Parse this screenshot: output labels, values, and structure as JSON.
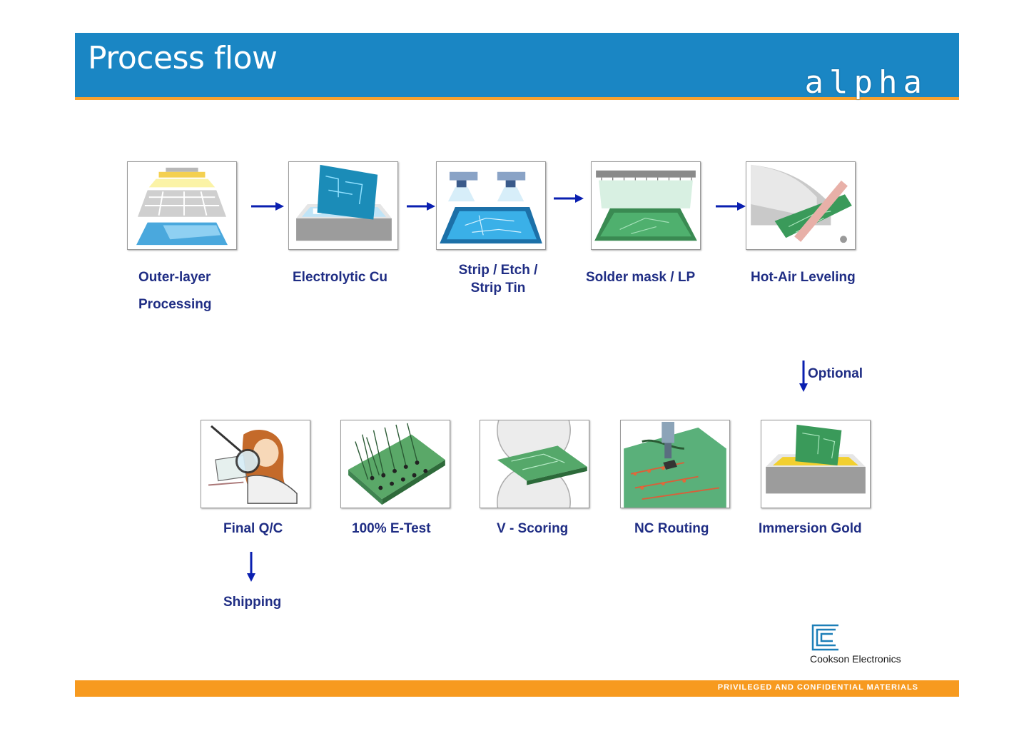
{
  "header": {
    "title": "Process flow",
    "brand": "alpha"
  },
  "footer": {
    "text": "PRIVILEGED AND CONFIDENTIAL MATERIALS"
  },
  "logo": {
    "text": "Cookson Electronics"
  },
  "steps_top": [
    {
      "line1": "Outer-layer",
      "line2": "Processing"
    },
    {
      "line1": "Electrolytic Cu"
    },
    {
      "line1": "Strip / Etch /",
      "line2": "Strip Tin"
    },
    {
      "line1": "Solder mask / LP"
    },
    {
      "line1": "Hot-Air Leveling"
    }
  ],
  "optional_label": "Optional",
  "steps_bottom": [
    {
      "label": "Final Q/C"
    },
    {
      "label": "100% E-Test"
    },
    {
      "label": "V - Scoring"
    },
    {
      "label": "NC Routing"
    },
    {
      "label": "Immersion Gold"
    }
  ],
  "shipping_label": "Shipping",
  "colors": {
    "header_blue": "#1a86c4",
    "accent_orange": "#f7a12f",
    "label_navy": "#1f2d84",
    "arrow_blue": "#0a1fb0"
  }
}
